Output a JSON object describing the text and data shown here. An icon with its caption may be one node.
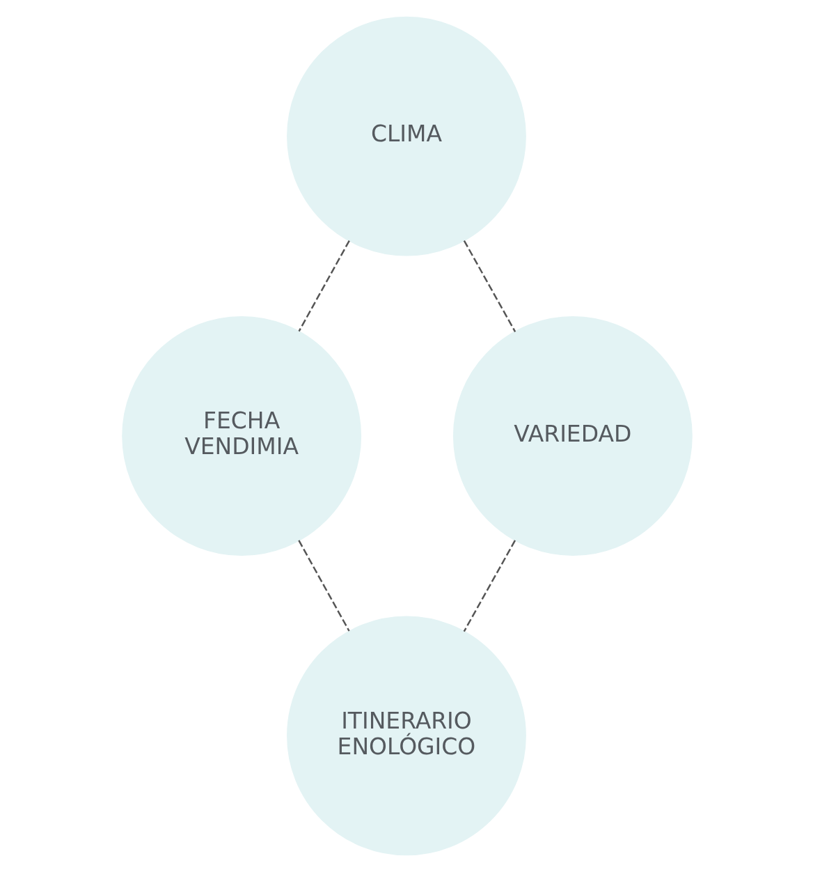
{
  "diagram": {
    "nodes": [
      {
        "text": [
          "CLIMA"
        ]
      },
      {
        "text": [
          "FECHA VENDIMIA"
        ]
      },
      {
        "text": [
          "VARIEDAD"
        ]
      },
      {
        "text": [
          "ITINERARIO ENOLÓGICO"
        ]
      }
    ],
    "edges": [
      {
        "from": 0,
        "to": 1,
        "arrow": "none",
        "style": "dashed"
      },
      {
        "from": 0,
        "to": 2,
        "arrow": "none",
        "style": "dashed"
      },
      {
        "from": 1,
        "to": 3,
        "arrow": "none",
        "style": "dashed"
      },
      {
        "from": 2,
        "to": 3,
        "arrow": "none",
        "style": "dashed"
      }
    ]
  }
}
